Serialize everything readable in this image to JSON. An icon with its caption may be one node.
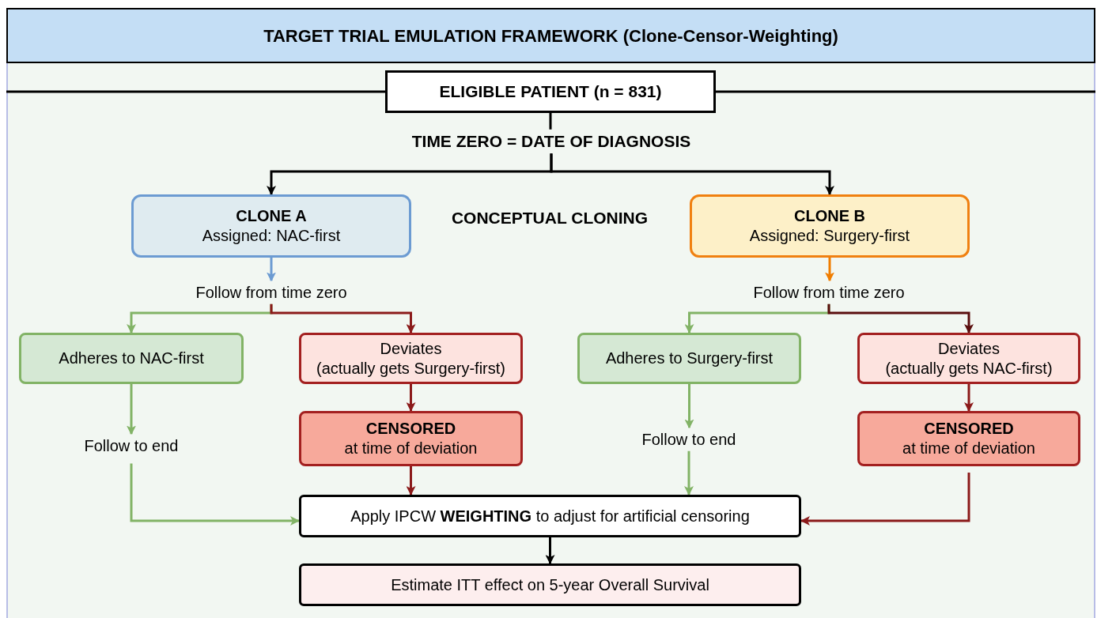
{
  "diagram": {
    "title": "TARGET TRIAL EMULATION FRAMEWORK (Clone-Censor-Weighting)",
    "nodes": [
      {
        "text": [
          "ELIGIBLE PATIENT (n = 831)"
        ]
      },
      {
        "text": [
          "TIME ZERO = DATE OF DIAGNOSIS"
        ]
      },
      {
        "text": [
          "CLONE A",
          "Assigned: NAC-first"
        ]
      },
      {
        "text": [
          "CLONE B",
          "Assigned: Surgery-first"
        ]
      },
      {
        "text": [
          "Follow from time zero"
        ]
      },
      {
        "text": [
          "Follow from time zero"
        ]
      },
      {
        "text": [
          "Adheres to NAC-first"
        ]
      },
      {
        "text": [
          "Deviates",
          "(actually gets Surgery-first)"
        ]
      },
      {
        "text": [
          "Adheres to Surgery-first"
        ]
      },
      {
        "text": [
          "Deviates",
          "(actually gets NAC-first)"
        ]
      },
      {
        "text": [
          "Follow to end"
        ]
      },
      {
        "text": [
          "CENSORED",
          "at time of deviation"
        ]
      },
      {
        "text": [
          "Follow to end"
        ]
      },
      {
        "text": [
          "CENSORED",
          "at time of deviation"
        ]
      },
      {
        "text": [
          "Apply IPCW **WEIGHTING** to adjust for artificial censoring"
        ]
      },
      {
        "text": [
          "Estimate ITT effect on 5-year Overall Survival"
        ]
      }
    ],
    "edges": [
      {
        "from": 0,
        "to": 1,
        "arrow": "none",
        "color": "#000000"
      },
      {
        "from": 1,
        "to": 2,
        "arrow": "to",
        "color": "#000000"
      },
      {
        "from": 1,
        "to": 3,
        "arrow": "to",
        "color": "#000000"
      },
      {
        "from": 2,
        "to": 4,
        "arrow": "to",
        "color": "#6c9bd2"
      },
      {
        "from": 3,
        "to": 5,
        "arrow": "to",
        "color": "#f07d00"
      },
      {
        "from": 4,
        "to": 6,
        "arrow": "to",
        "color": "#82b366"
      },
      {
        "from": 4,
        "to": 7,
        "arrow": "to",
        "color": "#8b1a1a"
      },
      {
        "from": 5,
        "to": 8,
        "arrow": "to",
        "color": "#82b366"
      },
      {
        "from": 5,
        "to": 9,
        "arrow": "to",
        "color": "#5a0e0e"
      },
      {
        "from": 6,
        "to": 10,
        "arrow": "to",
        "color": "#82b366"
      },
      {
        "from": 7,
        "to": 11,
        "arrow": "to",
        "color": "#8b1a1a"
      },
      {
        "from": 8,
        "to": 12,
        "arrow": "to",
        "color": "#82b366"
      },
      {
        "from": 9,
        "to": 13,
        "arrow": "to",
        "color": "#8b1a1a"
      },
      {
        "from": 10,
        "to": 14,
        "arrow": "to",
        "color": "#82b366"
      },
      {
        "from": 11,
        "to": 14,
        "arrow": "to",
        "color": "#8b1a1a"
      },
      {
        "from": 12,
        "to": 14,
        "arrow": "to",
        "color": "#82b366"
      },
      {
        "from": 13,
        "to": 14,
        "arrow": "to",
        "color": "#8b1a1a"
      },
      {
        "from": 14,
        "to": 15,
        "arrow": "to",
        "color": "#000000"
      }
    ],
    "labels": [
      "CONCEPTUAL CLONING"
    ]
  }
}
